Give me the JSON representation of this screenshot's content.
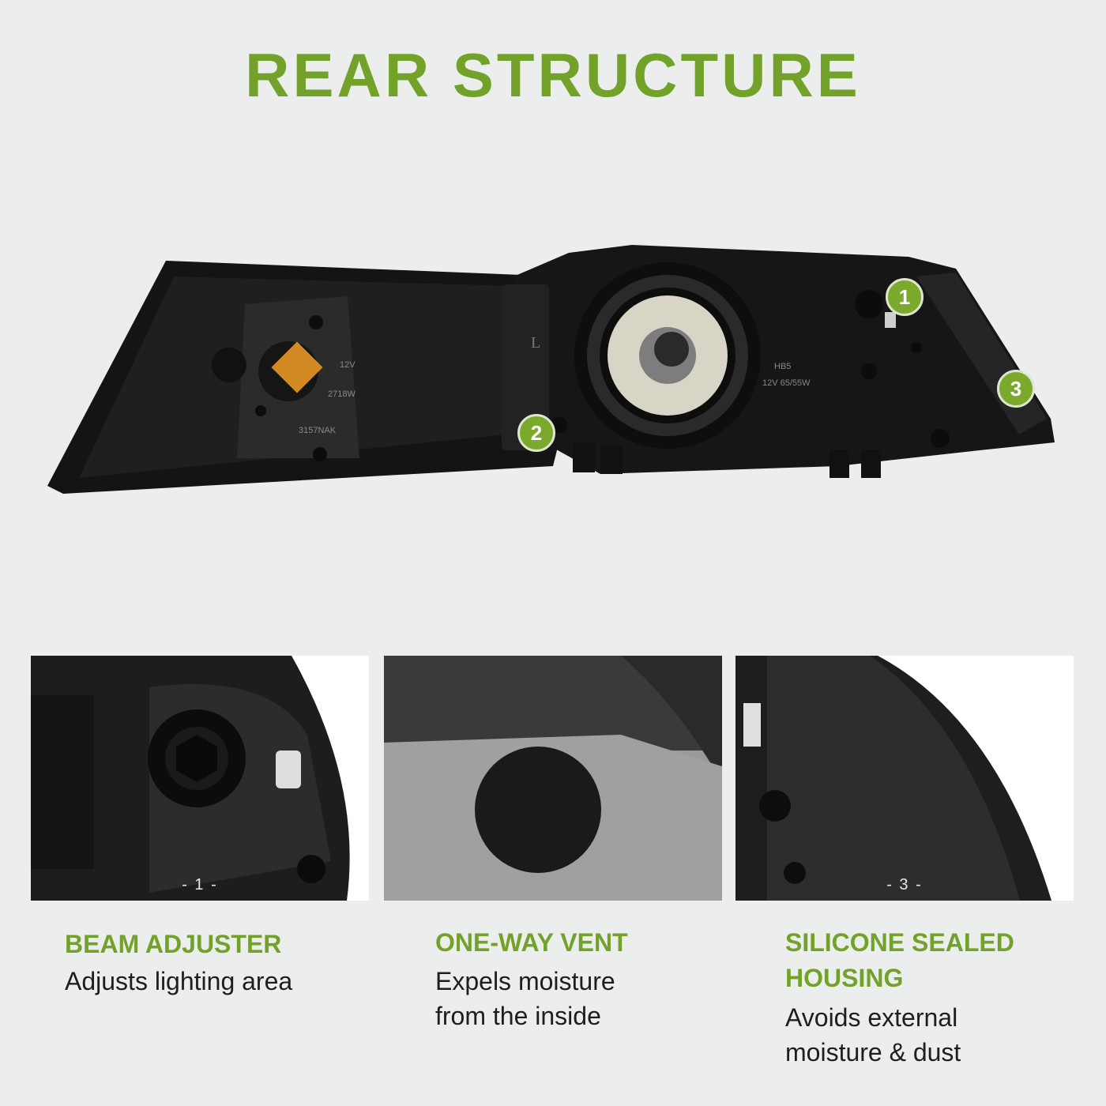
{
  "header": {
    "title": "REAR STRUCTURE"
  },
  "colors": {
    "accent": "#73a22a",
    "background": "#eceeed",
    "text": "#1e1e1e"
  },
  "product": {
    "markings": {
      "side_letter": "L",
      "signal_voltage": "12V",
      "signal_watt": "2718W",
      "signal_bulb": "3157NAK",
      "main_bulb": "HB5",
      "main_rating": "12V 65/55W"
    },
    "callouts": [
      "1",
      "2",
      "3"
    ]
  },
  "features": [
    {
      "tag": "- 1 -",
      "title_lines": [
        "BEAM ADJUSTER"
      ],
      "desc_lines": [
        "Adjusts lighting area"
      ]
    },
    {
      "tag": "",
      "title_lines": [
        "ONE-WAY VENT"
      ],
      "desc_lines": [
        "Expels moisture",
        "from the inside"
      ]
    },
    {
      "tag": "- 3 -",
      "title_lines": [
        "SILICONE SEALED",
        "HOUSING"
      ],
      "desc_lines": [
        "Avoids external",
        "moisture & dust"
      ]
    }
  ]
}
